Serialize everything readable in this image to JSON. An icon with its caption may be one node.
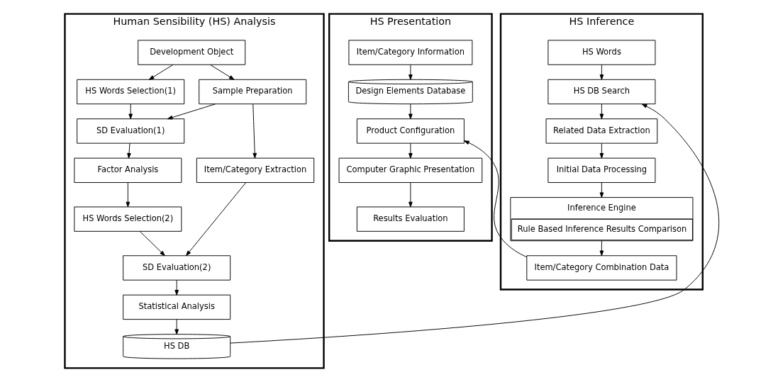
{
  "diagram": {
    "nodes": [
      {
        "text": [
          "Human Sensibility (HS) Analysis"
        ]
      },
      {
        "text": [
          "Development Object"
        ],
        "in": 0
      },
      {
        "text": [
          "HS Words Selection(1)"
        ],
        "in": 0
      },
      {
        "text": [
          "SD Evaluation(1)"
        ],
        "in": 0
      },
      {
        "text": [
          "Factor Analysis"
        ],
        "in": 0
      },
      {
        "text": [
          "HS Words Selection(2)"
        ],
        "in": 0
      },
      {
        "text": [
          "SD Evaluation(2)"
        ],
        "in": 0
      },
      {
        "text": [
          "Statistical Analysis"
        ],
        "in": 0
      },
      {
        "text": [
          "HS DB"
        ],
        "in": 0
      },
      {
        "text": [
          "Sample Preparation"
        ],
        "in": 0
      },
      {
        "text": [
          "Item/Category Extraction"
        ],
        "in": 0
      },
      {
        "text": [
          "HS Inference"
        ]
      },
      {
        "text": [
          "HS Words"
        ],
        "in": 11
      },
      {
        "text": [
          "HS DB Search"
        ],
        "in": 11
      },
      {
        "text": [
          "Related Data Extraction"
        ],
        "in": 11
      },
      {
        "text": [
          "Initial Data Processing"
        ],
        "in": 11
      },
      {
        "text": [
          "Inference Engine",
          "Rule Based Inference Results Comparison"
        ],
        "in": 11
      },
      {
        "text": [
          "Item/Category Combination Data"
        ],
        "in": 11
      },
      {
        "text": [
          "HS Presentation"
        ]
      },
      {
        "text": [
          "Item/Category Information"
        ],
        "in": 18
      },
      {
        "text": [
          "Design Elements Database"
        ],
        "in": 18
      },
      {
        "text": [
          "Product Configuration"
        ],
        "in": 18
      },
      {
        "text": [
          "Computer Graphic Presentation"
        ],
        "in": 18
      },
      {
        "text": [
          "Results Evaluation"
        ],
        "in": 18
      }
    ],
    "edges": [
      {
        "from": 1,
        "to": 2,
        "arrow": "to"
      },
      {
        "from": 1,
        "to": 9,
        "arrow": "to"
      },
      {
        "from": 2,
        "to": 3,
        "arrow": "to"
      },
      {
        "from": 9,
        "to": 3,
        "arrow": "to"
      },
      {
        "from": 3,
        "to": 4,
        "arrow": "to"
      },
      {
        "from": 4,
        "to": 5,
        "arrow": "to"
      },
      {
        "from": 9,
        "to": 10,
        "arrow": "to"
      },
      {
        "from": 5,
        "to": 6,
        "arrow": "to"
      },
      {
        "from": 10,
        "to": 6,
        "arrow": "to"
      },
      {
        "from": 6,
        "to": 7,
        "arrow": "to"
      },
      {
        "from": 7,
        "to": 8,
        "arrow": "to"
      },
      {
        "from": 8,
        "to": 13,
        "arrow": "to"
      },
      {
        "from": 12,
        "to": 13,
        "arrow": "to"
      },
      {
        "from": 13,
        "to": 14,
        "arrow": "to"
      },
      {
        "from": 14,
        "to": 15,
        "arrow": "to"
      },
      {
        "from": 15,
        "to": 16,
        "arrow": "to"
      },
      {
        "from": 16,
        "to": 17,
        "arrow": "to"
      },
      {
        "from": 17,
        "to": 21,
        "arrow": "to"
      },
      {
        "from": 19,
        "to": 20,
        "arrow": "to"
      },
      {
        "from": 20,
        "to": 21,
        "arrow": "to"
      },
      {
        "from": 21,
        "to": 22,
        "arrow": "to"
      },
      {
        "from": 22,
        "to": 23,
        "arrow": "to"
      }
    ]
  }
}
